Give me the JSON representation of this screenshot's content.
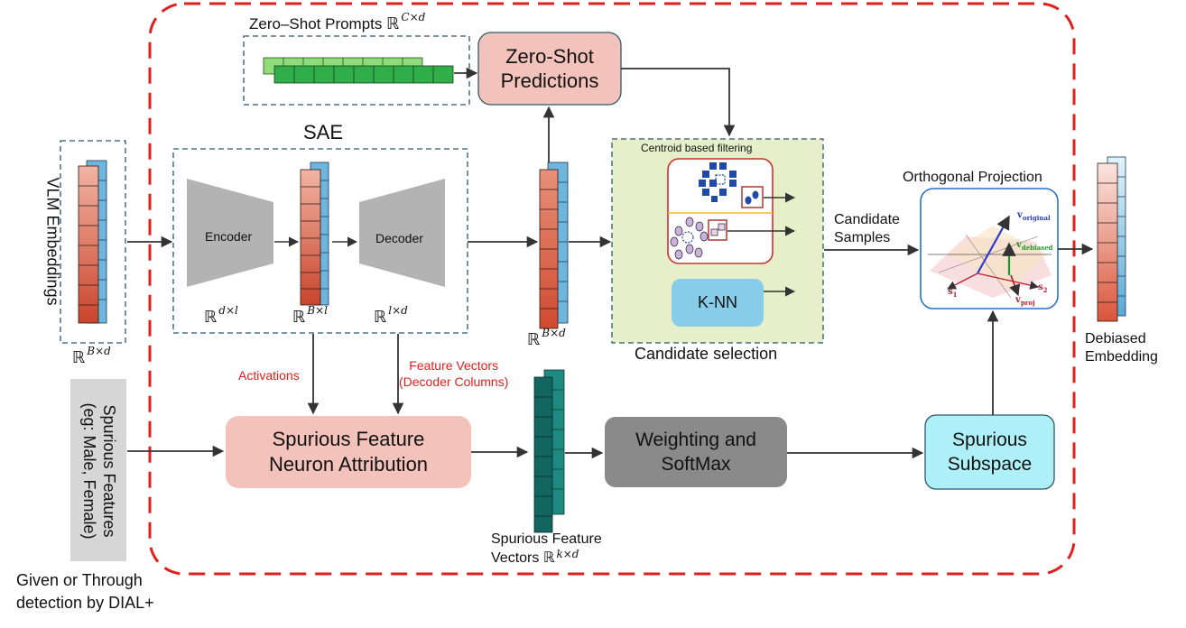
{
  "zero_shot_prompts": {
    "label": "Zero–Shot Prompts",
    "set": "ℝ",
    "dim": "C×d"
  },
  "zero_shot_predictions": {
    "line1": "Zero-Shot",
    "line2": "Predictions"
  },
  "sae": {
    "title": "SAE",
    "encoder": "Encoder",
    "decoder": "Decoder",
    "dims": [
      {
        "set": "ℝ",
        "dim": "d×l"
      },
      {
        "set": "ℝ",
        "dim": "B×l"
      },
      {
        "set": "ℝ",
        "dim": "l×d"
      }
    ]
  },
  "vlm": {
    "label": "VLM Embeddings",
    "set": "ℝ",
    "dim": "B×d"
  },
  "reconstructed": {
    "set": "ℝ",
    "dim": "B×d"
  },
  "candidate_selection": {
    "title": "Candidate selection",
    "filter_label": "Centroid based filtering",
    "knn": "K-NN"
  },
  "candidate_samples": {
    "line1": "Candidate",
    "line2": "Samples"
  },
  "orthogonal_projection": {
    "title": "Orthogonal Projection",
    "v_original": "v",
    "v_original_sub": "original",
    "v_debiased": "v",
    "v_debiased_sub": "debiased",
    "v_proj": "v",
    "v_proj_sub": "proj",
    "s1": "s",
    "s1_sub": "1",
    "s2": "s",
    "s2_sub": "2"
  },
  "debiased_embedding": {
    "line1": "Debiased",
    "line2": "Embedding"
  },
  "activations": "Activations",
  "feature_vectors": {
    "line1": "Feature Vectors",
    "line2": "(Decoder Columns)"
  },
  "neuron_attribution": {
    "line1": "Spurious Feature",
    "line2": "Neuron Attribution"
  },
  "spurious_feature_vectors": {
    "line1": "Spurious Feature",
    "line2": "Vectors",
    "set": "ℝ",
    "dim": "k×d"
  },
  "weighting": {
    "line1": "Weighting and",
    "line2": "SoftMax"
  },
  "spurious_subspace": {
    "line1": "Spurious",
    "line2": "Subspace"
  },
  "spurious_features": {
    "line1": "Spurious Features",
    "line2": "(eg: Male, Female)"
  },
  "given_through": {
    "line1": "Given or Through",
    "line2": "detection by DIAL+"
  },
  "colors": {
    "dashed_border": "#e0201c",
    "prompt_green": "#3cb54a",
    "red_cell": "#d9553a",
    "blue_cell": "#6fb6de",
    "teal_cell": "#1a7a72",
    "pink_box": "#f3c3bb",
    "gray_box": "#8a8a8a",
    "cyan_box": "#aef0f8",
    "candidate_bg": "#e6efc9",
    "knn_bg": "#87cdea"
  }
}
